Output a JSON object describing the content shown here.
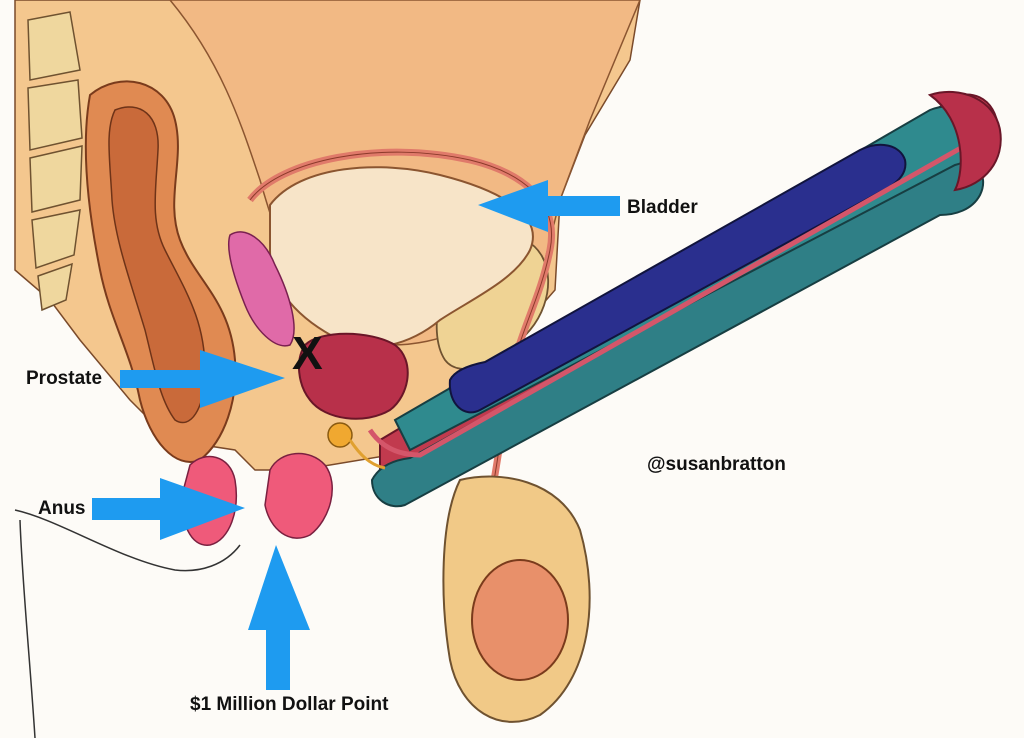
{
  "labels": {
    "bladder": "Bladder",
    "prostate": "Prostate",
    "anus": "Anus",
    "point": "$1 Million Dollar Point",
    "credit": "@susanbratton"
  },
  "marker": {
    "symbol": "X"
  },
  "colors": {
    "arrow": "#1e9bf0",
    "label_text": "#111111",
    "corpus_cavernosum": "#2a2f8e",
    "corpus_spongiosum": "#2f7f86",
    "urethra": "#c0394f",
    "prostate": "#b8304a",
    "bladder": "#f6e3c6",
    "skin": "#f2b884",
    "bone": "#f0d79a"
  },
  "icons": {
    "arrows": [
      "arrow-right-icon",
      "arrow-left-icon",
      "arrow-up-icon"
    ]
  }
}
